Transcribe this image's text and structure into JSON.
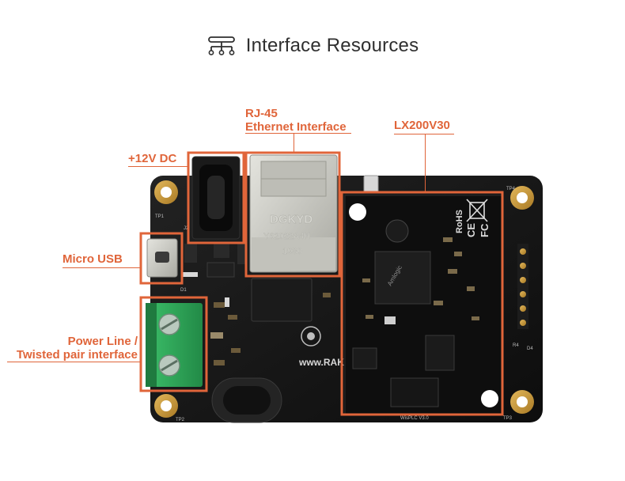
{
  "header": {
    "title": "Interface Resources",
    "icon": "network-hub-icon"
  },
  "labels": {
    "rj45_line1": "RJ-45",
    "rj45_line2": "Ethernet Interface",
    "lx200v30": "LX200V30",
    "dc12v": "+12V DC",
    "micro_usb": "Micro USB",
    "powerline_line1": "Power Line /",
    "powerline_line2": "Twisted pair interface"
  },
  "board_text": {
    "rj_brand": "DGKYD",
    "rj_part": "Y62022A4H",
    "rj_date": "1930",
    "module_mark": "RoHS",
    "ce_mark": "CE",
    "fcc_mark": "FC",
    "chip_brand": "Amlogic",
    "silk_web": "www.RAK",
    "silk_rev": "WisPLC V3.0",
    "silk_tp1": "TP1",
    "silk_tp2": "TP2",
    "silk_tp3": "TP3",
    "silk_tp4": "TP4",
    "silk_d1": "D1",
    "silk_d4": "D4",
    "silk_r4": "R4",
    "silk_j2": "J2"
  },
  "colors": {
    "accent": "#e0653a",
    "board": "#151515",
    "pad_gold": "#c99a3a",
    "terminal_green": "#2fa85a",
    "rj_metal": "#cfcfc8"
  }
}
